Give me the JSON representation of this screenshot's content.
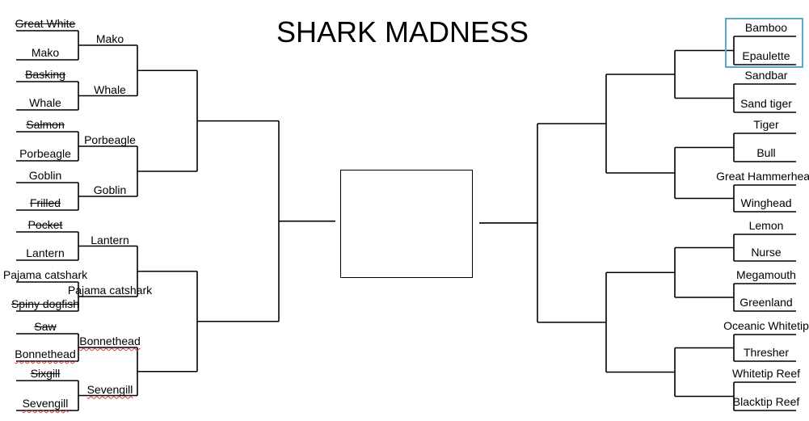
{
  "title": "SHARK MADNESS",
  "colors": {
    "selection": "#5aa7c8",
    "spellcheck": "#d23c3c"
  },
  "left": {
    "round1": [
      "Great White",
      "Mako",
      "Basking",
      "Whale",
      "Salmon",
      "Porbeagle",
      "Goblin",
      "Frilled",
      "Pocket",
      "Lantern",
      "Pajama catshark",
      "Spiny dogfish",
      "Saw",
      "Bonnethead",
      "Sixgill",
      "Sevengill"
    ],
    "round1_eliminated": [
      true,
      false,
      true,
      false,
      true,
      false,
      false,
      true,
      true,
      false,
      false,
      true,
      true,
      false,
      true,
      false
    ],
    "round1_flagged": [
      false,
      false,
      false,
      false,
      false,
      false,
      false,
      false,
      false,
      false,
      false,
      false,
      false,
      true,
      true,
      true
    ],
    "round2": [
      "Mako",
      "Whale",
      "Porbeagle",
      "Goblin",
      "Lantern",
      "Pajama catshark",
      "Bonnethead",
      "Sevengill"
    ],
    "round2_flagged": [
      false,
      false,
      false,
      false,
      false,
      false,
      true,
      true
    ]
  },
  "right": {
    "round1": [
      "Bamboo",
      "Epaulette",
      "Sandbar",
      "Sand tiger",
      "Tiger",
      "Bull",
      "Great Hammerhead",
      "Winghead",
      "Lemon",
      "Nurse",
      "Megamouth",
      "Greenland",
      "Oceanic Whitetip",
      "Thresher",
      "Whitetip Reef",
      "Blacktip Reef"
    ]
  },
  "selected": "Bamboo / Epaulette"
}
